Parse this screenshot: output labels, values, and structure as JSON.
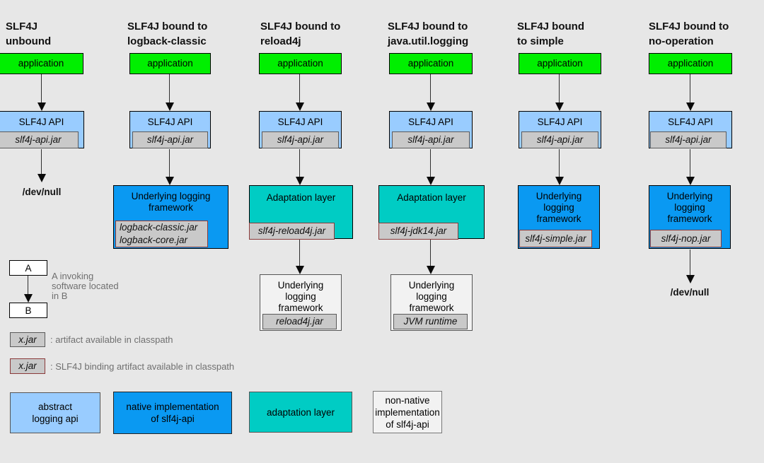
{
  "colors": {
    "background": "#e7e7e7",
    "green": "#00ef00",
    "lightblue": "#99ccff",
    "blue": "#0a99f2",
    "teal": "#00ccc4",
    "jargray": "#c9c9c9",
    "whitebox": "#f2f2f2",
    "bindingred": "#8b3a3a"
  },
  "columns": [
    {
      "title": "SLF4J\nunbound",
      "application": "application",
      "api_label": "SLF4J API",
      "api_jar": "slf4j-api.jar",
      "output": "/dev/null"
    },
    {
      "title": "SLF4J bound to\nlogback-classic",
      "application": "application",
      "api_label": "SLF4J API",
      "api_jar": "slf4j-api.jar",
      "framework_label": "Underlying logging\nframework",
      "framework_jar": "logback-classic.jar\nlogback-core.jar"
    },
    {
      "title": "SLF4J bound to\nreload4j",
      "application": "application",
      "api_label": "SLF4J API",
      "api_jar": "slf4j-api.jar",
      "adaptation_label": "Adaptation layer",
      "adaptation_jar": "slf4j-reload4j.jar",
      "framework_label": "Underlying\nlogging\nframework",
      "framework_jar": "reload4j.jar"
    },
    {
      "title": "SLF4J bound to\njava.util.logging",
      "application": "application",
      "api_label": "SLF4J API",
      "api_jar": "slf4j-api.jar",
      "adaptation_label": "Adaptation layer",
      "adaptation_jar": "slf4j-jdk14.jar",
      "framework_label": "Underlying\nlogging\nframework",
      "framework_jar": "JVM runtime"
    },
    {
      "title": "SLF4J bound\nto simple",
      "application": "application",
      "api_label": "SLF4J API",
      "api_jar": "slf4j-api.jar",
      "framework_label": "Underlying\nlogging\nframework",
      "framework_jar": "slf4j-simple.jar"
    },
    {
      "title": "SLF4J bound to\nno-operation",
      "application": "application",
      "api_label": "SLF4J API",
      "api_jar": "slf4j-api.jar",
      "framework_label": "Underlying\nlogging\nframework",
      "framework_jar": "slf4j-nop.jar",
      "output": "/dev/null"
    }
  ],
  "legend": {
    "a_label": "A",
    "b_label": "B",
    "ab_text": "A invoking\nsoftware located\nin B",
    "artifact_box": "x.jar",
    "artifact_text": ": artifact available in classpath",
    "binding_box": "x.jar",
    "binding_text": ": SLF4J binding artifact available in classpath",
    "types": [
      {
        "label": "abstract\nlogging api"
      },
      {
        "label": "native implementation\nof slf4j-api"
      },
      {
        "label": "adaptation layer"
      },
      {
        "label": "non-native\nimplementation\nof slf4j-api"
      }
    ]
  }
}
